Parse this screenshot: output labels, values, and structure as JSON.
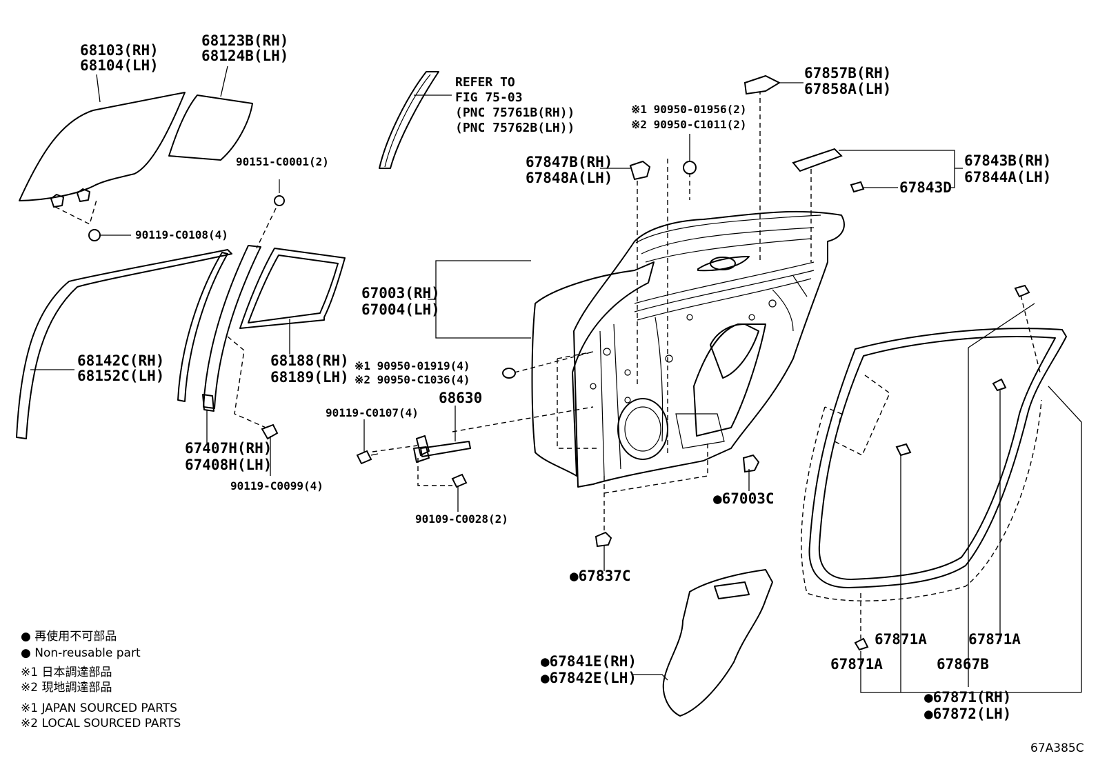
{
  "diagram": {
    "labels": {
      "l68103": "68103(RH)",
      "l68104": "68104(LH)",
      "l68123": "68123B(RH)",
      "l68124": "68124B(LH)",
      "l90151": "90151-C0001(2)",
      "l90119a": "90119-C0108(4)",
      "refer1": "REFER TO",
      "refer2": "FIG 75-03",
      "refer3": "(PNC 75761B(RH))",
      "refer4": "(PNC 75762B(LH))",
      "l90950a1": "※1 90950-01956(2)",
      "l90950a2": "※2 90950-C1011(2)",
      "l67857": "67857B(RH)",
      "l67858": "67858A(LH)",
      "l67847": "67847B(RH)",
      "l67848": "67848A(LH)",
      "l67843b": "67843B(RH)",
      "l67844": "67844A(LH)",
      "l67843d": "67843D",
      "l67003": "67003(RH)",
      "l67004": "67004(LH)",
      "l68142": "68142C(RH)",
      "l68152": "68152C(LH)",
      "l68188": "68188(RH)",
      "l68189": "68189(LH)",
      "l90950b1": "※1 90950-01919(4)",
      "l90950b2": "※2 90950-C1036(4)",
      "l90119b": "90119-C0107(4)",
      "l68630": "68630",
      "l67407": "67407H(RH)",
      "l67408": "67408H(LH)",
      "l90119c": "90119-C0099(4)",
      "l90109": "90109-C0028(2)",
      "l67003c": "●67003C",
      "l67837c": "●67837C",
      "l67841": "●67841E(RH)",
      "l67842": "●67842E(LH)",
      "l67871a1": "67871A",
      "l67871a2": "67871A",
      "l67871a3": "67871A",
      "l67867b": "67867B",
      "l67871rh": "●67871(RH)",
      "l67872lh": "●67872(LH)",
      "code": "67A385C"
    },
    "legend": {
      "jp1": "● 再使用不可部品",
      "en1": "● Non-reusable part",
      "jp2": "※1  日本調達部品",
      "jp3": "※2  現地調達部品",
      "en2": "※1  JAPAN SOURCED PARTS",
      "en3": "※2  LOCAL SOURCED PARTS"
    }
  }
}
